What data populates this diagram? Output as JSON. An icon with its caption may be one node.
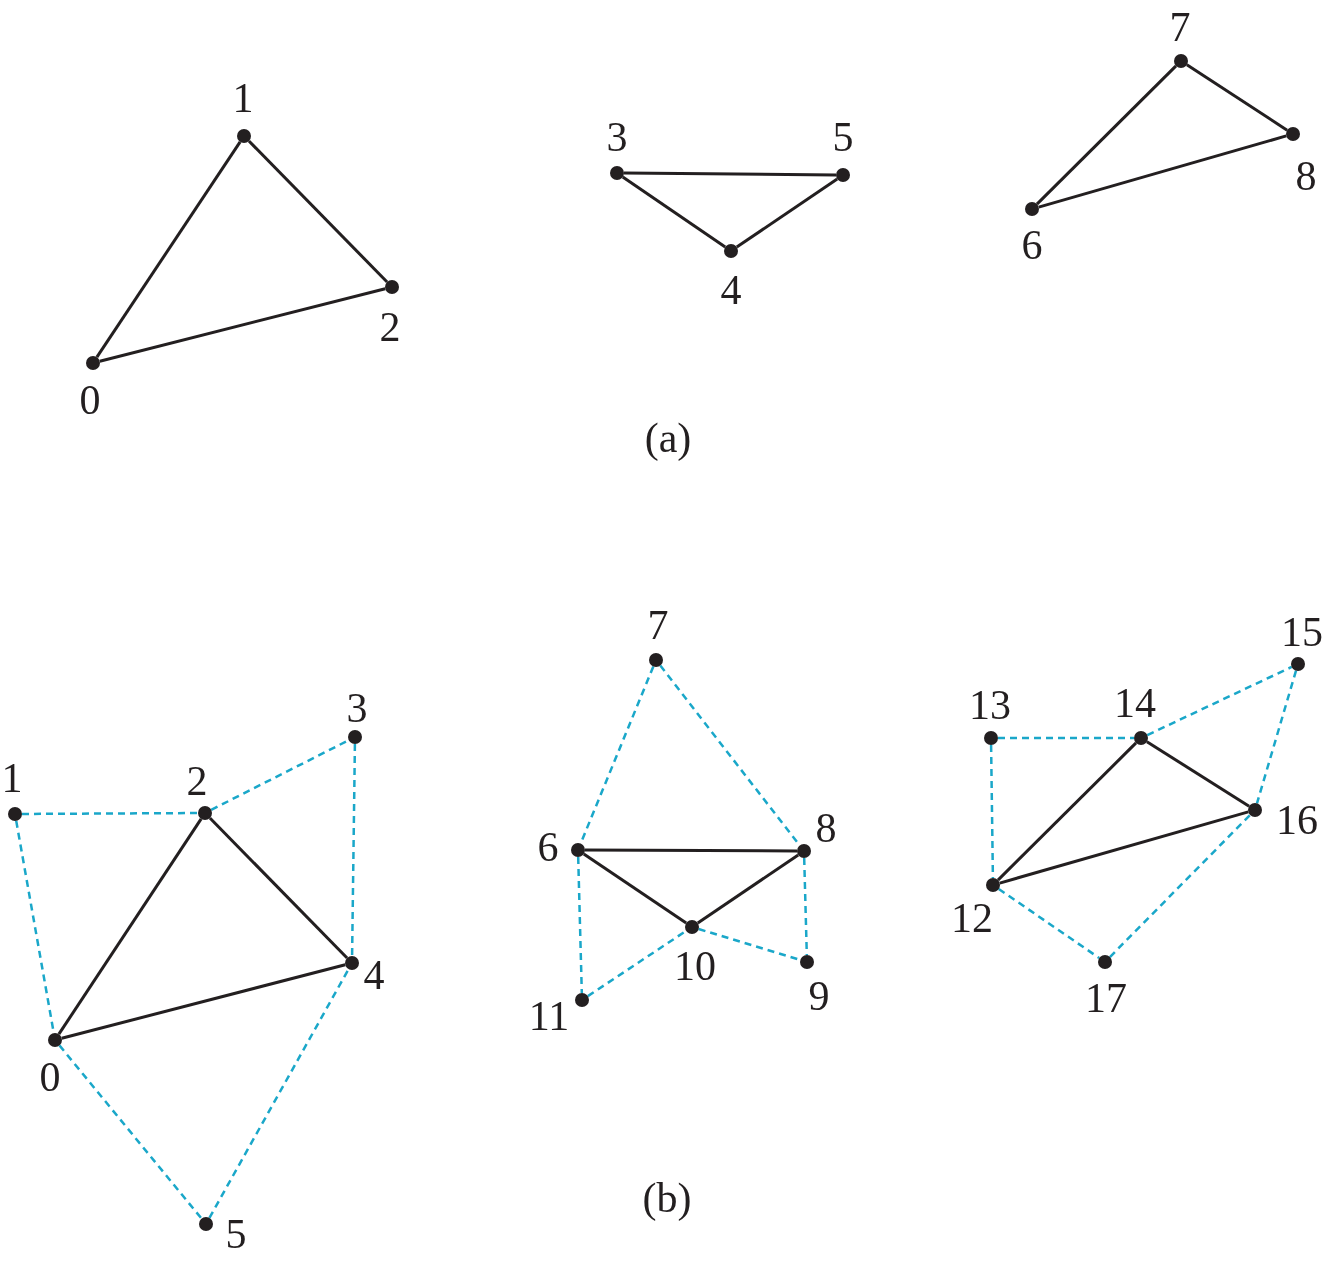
{
  "diagram": {
    "nodes": [
      {
        "text": [],
        "shape": "circle",
        "beside": [
          "0"
        ]
      },
      {
        "text": [],
        "shape": "circle",
        "beside": [
          "1"
        ]
      },
      {
        "text": [],
        "shape": "circle",
        "beside": [
          "2"
        ]
      },
      {
        "text": [],
        "shape": "circle",
        "beside": [
          "3"
        ]
      },
      {
        "text": [],
        "shape": "circle",
        "beside": [
          "4"
        ]
      },
      {
        "text": [],
        "shape": "circle",
        "beside": [
          "5"
        ]
      },
      {
        "text": [],
        "shape": "circle",
        "beside": [
          "6"
        ]
      },
      {
        "text": [],
        "shape": "circle",
        "beside": [
          "7"
        ]
      },
      {
        "text": [],
        "shape": "circle",
        "beside": [
          "8"
        ]
      },
      {
        "text": [],
        "shape": "circle",
        "beside": [
          "0"
        ]
      },
      {
        "text": [],
        "shape": "circle",
        "beside": [
          "1"
        ]
      },
      {
        "text": [],
        "shape": "circle",
        "beside": [
          "2"
        ]
      },
      {
        "text": [],
        "shape": "circle",
        "beside": [
          "3"
        ]
      },
      {
        "text": [],
        "shape": "circle",
        "beside": [
          "4"
        ]
      },
      {
        "text": [],
        "shape": "circle",
        "beside": [
          "5"
        ]
      },
      {
        "text": [],
        "shape": "circle",
        "beside": [
          "6"
        ]
      },
      {
        "text": [],
        "shape": "circle",
        "beside": [
          "7"
        ]
      },
      {
        "text": [],
        "shape": "circle",
        "beside": [
          "8"
        ]
      },
      {
        "text": [],
        "shape": "circle",
        "beside": [
          "9"
        ]
      },
      {
        "text": [],
        "shape": "circle",
        "beside": [
          "10"
        ]
      },
      {
        "text": [],
        "shape": "circle",
        "beside": [
          "11"
        ]
      },
      {
        "text": [],
        "shape": "circle",
        "beside": [
          "12"
        ]
      },
      {
        "text": [],
        "shape": "circle",
        "beside": [
          "13"
        ]
      },
      {
        "text": [],
        "shape": "circle",
        "beside": [
          "14"
        ]
      },
      {
        "text": [],
        "shape": "circle",
        "beside": [
          "15"
        ]
      },
      {
        "text": [],
        "shape": "circle",
        "beside": [
          "16"
        ]
      },
      {
        "text": [],
        "shape": "circle",
        "beside": [
          "17"
        ]
      }
    ],
    "edges": [
      {
        "from": 0,
        "to": 1,
        "arrow": "none"
      },
      {
        "from": 1,
        "to": 2,
        "arrow": "none"
      },
      {
        "from": 0,
        "to": 2,
        "arrow": "none"
      },
      {
        "from": 3,
        "to": 5,
        "arrow": "none"
      },
      {
        "from": 3,
        "to": 4,
        "arrow": "none"
      },
      {
        "from": 4,
        "to": 5,
        "arrow": "none"
      },
      {
        "from": 6,
        "to": 7,
        "arrow": "none"
      },
      {
        "from": 7,
        "to": 8,
        "arrow": "none"
      },
      {
        "from": 6,
        "to": 8,
        "arrow": "none"
      },
      {
        "from": 9,
        "to": 11,
        "arrow": "none"
      },
      {
        "from": 11,
        "to": 13,
        "arrow": "none"
      },
      {
        "from": 9,
        "to": 13,
        "arrow": "none"
      },
      {
        "from": 10,
        "to": 11,
        "arrow": "none",
        "style": "dashed",
        "color": "#1aa7c9"
      },
      {
        "from": 11,
        "to": 12,
        "arrow": "none",
        "style": "dashed",
        "color": "#1aa7c9"
      },
      {
        "from": 12,
        "to": 13,
        "arrow": "none",
        "style": "dashed",
        "color": "#1aa7c9"
      },
      {
        "from": 10,
        "to": 9,
        "arrow": "none",
        "style": "dashed",
        "color": "#1aa7c9"
      },
      {
        "from": 9,
        "to": 14,
        "arrow": "none",
        "style": "dashed",
        "color": "#1aa7c9"
      },
      {
        "from": 14,
        "to": 13,
        "arrow": "none",
        "style": "dashed",
        "color": "#1aa7c9"
      },
      {
        "from": 15,
        "to": 17,
        "arrow": "none"
      },
      {
        "from": 15,
        "to": 19,
        "arrow": "none"
      },
      {
        "from": 19,
        "to": 17,
        "arrow": "none"
      },
      {
        "from": 16,
        "to": 15,
        "arrow": "none",
        "style": "dashed",
        "color": "#1aa7c9"
      },
      {
        "from": 16,
        "to": 17,
        "arrow": "none",
        "style": "dashed",
        "color": "#1aa7c9"
      },
      {
        "from": 15,
        "to": 20,
        "arrow": "none",
        "style": "dashed",
        "color": "#1aa7c9"
      },
      {
        "from": 20,
        "to": 19,
        "arrow": "none",
        "style": "dashed",
        "color": "#1aa7c9"
      },
      {
        "from": 19,
        "to": 18,
        "arrow": "none",
        "style": "dashed",
        "color": "#1aa7c9"
      },
      {
        "from": 17,
        "to": 18,
        "arrow": "none",
        "style": "dashed",
        "color": "#1aa7c9"
      },
      {
        "from": 21,
        "to": 23,
        "arrow": "none"
      },
      {
        "from": 23,
        "to": 25,
        "arrow": "none"
      },
      {
        "from": 21,
        "to": 25,
        "arrow": "none"
      },
      {
        "from": 22,
        "to": 23,
        "arrow": "none",
        "style": "dashed",
        "color": "#1aa7c9"
      },
      {
        "from": 23,
        "to": 24,
        "arrow": "none",
        "style": "dashed",
        "color": "#1aa7c9"
      },
      {
        "from": 24,
        "to": 25,
        "arrow": "none",
        "style": "dashed",
        "color": "#1aa7c9"
      },
      {
        "from": 22,
        "to": 21,
        "arrow": "none",
        "style": "dashed",
        "color": "#1aa7c9"
      },
      {
        "from": 21,
        "to": 26,
        "arrow": "none",
        "style": "dashed",
        "color": "#1aa7c9"
      },
      {
        "from": 26,
        "to": 25,
        "arrow": "none",
        "style": "dashed",
        "color": "#1aa7c9"
      }
    ],
    "labels": [
      "(a)",
      "(b)"
    ]
  }
}
